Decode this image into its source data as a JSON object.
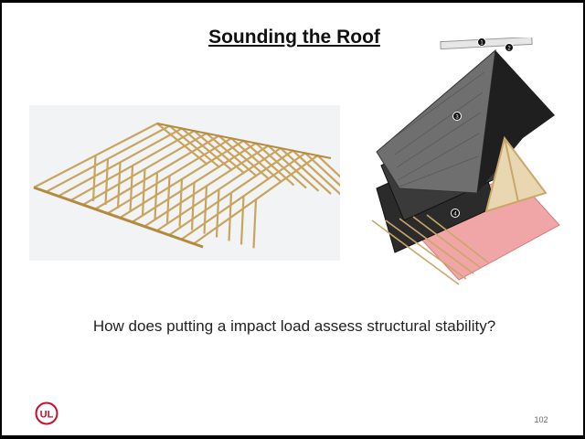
{
  "slide": {
    "title": "Sounding the Roof",
    "question": "How does putting a impact load assess structural stability?",
    "page_number": "102"
  },
  "logo": {
    "text": "UL",
    "icon": "ul-logo-icon",
    "color": "#c8102e"
  },
  "images": {
    "left": "roof-truss-frame-illustration",
    "right": "layered-roof-assembly-illustration"
  },
  "callouts": [
    "1",
    "2",
    "3",
    "4"
  ]
}
